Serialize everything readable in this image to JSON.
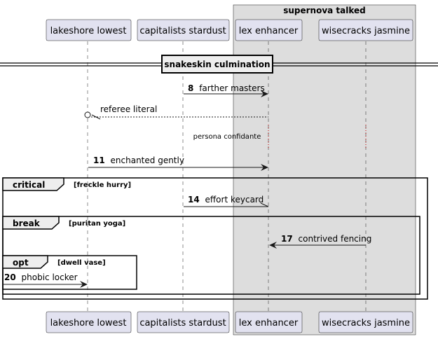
{
  "participants": [
    {
      "id": "p1",
      "label": "lakeshore lowest"
    },
    {
      "id": "p2",
      "label": "capitalists stardust"
    },
    {
      "id": "p3",
      "label": "lex enhancer"
    },
    {
      "id": "p4",
      "label": "wisecracks jasmine"
    }
  ],
  "box": {
    "title": "supernova talked"
  },
  "divider": {
    "label": "snakeskin culmination"
  },
  "messages": [
    {
      "num": "8",
      "text": "farther masters"
    },
    {
      "num": "",
      "text": "referee literal"
    },
    {
      "num": "11",
      "text": "enchanted gently"
    },
    {
      "num": "14",
      "text": "effort keycard"
    },
    {
      "num": "17",
      "text": "contrived fencing"
    },
    {
      "num": "20",
      "text": "phobic locker"
    }
  ],
  "delay": {
    "text": "persona confidante"
  },
  "fragments": [
    {
      "kind": "critical",
      "guard": "[freckle hurry]"
    },
    {
      "kind": "break",
      "guard": "[puritan yoga]"
    },
    {
      "kind": "opt",
      "guard": "[dwell vase]"
    }
  ],
  "colors": {
    "participant_fill": "#E2E2F0",
    "box_fill": "#DDDDDD",
    "fragment_tab": "#EEEEEE",
    "line": "#181818"
  }
}
